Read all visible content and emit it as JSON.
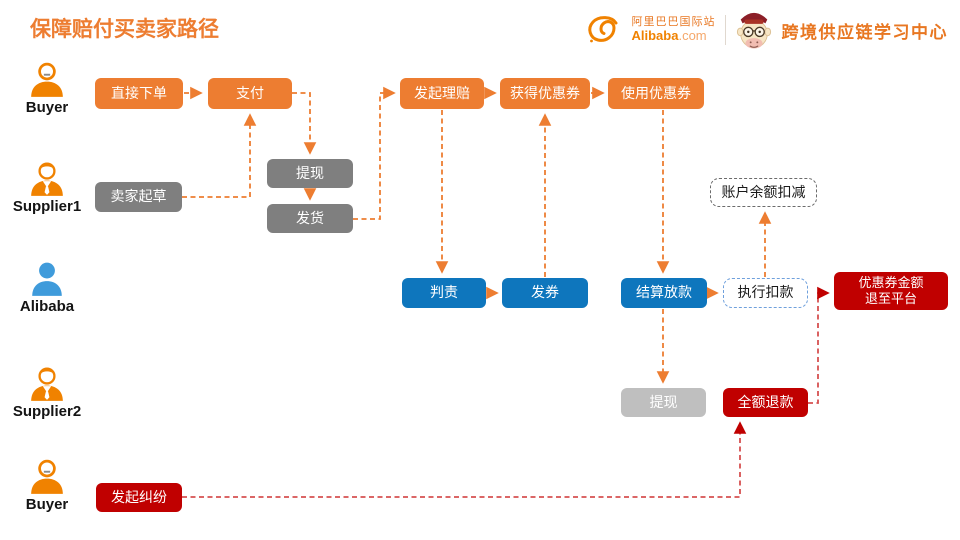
{
  "title": "保障赔付买卖家路径",
  "header": {
    "logo_cn": "阿里巴巴国际站",
    "logo_en_bold": "Alibaba",
    "logo_en_suffix": ".com",
    "center_title": "跨境供应链学习中心"
  },
  "lanes": {
    "buyer_top": "Buyer",
    "supplier1": "Supplier1",
    "alibaba": "Alibaba",
    "supplier2": "Supplier2",
    "buyer_bottom": "Buyer"
  },
  "nodes": {
    "direct_order": {
      "label": "直接下单",
      "type": "orange"
    },
    "pay": {
      "label": "支付",
      "type": "orange"
    },
    "claim": {
      "label": "发起理赔",
      "type": "orange"
    },
    "get_coupon": {
      "label": "获得优惠券",
      "type": "orange"
    },
    "use_coupon": {
      "label": "使用优惠券",
      "type": "orange"
    },
    "seller_draft": {
      "label": "卖家起草",
      "type": "gray"
    },
    "withdraw1": {
      "label": "提现",
      "type": "gray"
    },
    "ship": {
      "label": "发货",
      "type": "gray"
    },
    "judge": {
      "label": "判责",
      "type": "blue"
    },
    "issue_coupon": {
      "label": "发券",
      "type": "blue"
    },
    "settle": {
      "label": "结算放款",
      "type": "blue"
    },
    "execute_deduction": {
      "label": "执行扣款",
      "type": "dashed-blue"
    },
    "balance_deduction": {
      "label": "账户余额扣减",
      "type": "dashed-gray"
    },
    "coupon_refund": {
      "label_line1": "优惠券金额",
      "label_line2": "退至平台",
      "type": "red"
    },
    "withdraw2": {
      "label": "提现",
      "type": "lightgray"
    },
    "full_refund": {
      "label": "全额退款",
      "type": "red"
    },
    "dispute": {
      "label": "发起纠纷",
      "type": "red"
    }
  },
  "edges": [
    {
      "from": "direct_order",
      "to": "pay",
      "color": "orange"
    },
    {
      "from": "seller_draft",
      "to": "pay",
      "color": "orange"
    },
    {
      "from": "pay",
      "to": "withdraw1",
      "color": "orange"
    },
    {
      "from": "withdraw1",
      "to": "ship",
      "color": "orange"
    },
    {
      "from": "ship",
      "to": "claim",
      "color": "orange"
    },
    {
      "from": "claim",
      "to": "get_coupon",
      "color": "orange"
    },
    {
      "from": "get_coupon",
      "to": "use_coupon",
      "color": "orange"
    },
    {
      "from": "claim",
      "to": "judge",
      "color": "orange"
    },
    {
      "from": "issue_coupon",
      "to": "get_coupon",
      "color": "orange"
    },
    {
      "from": "judge",
      "to": "issue_coupon",
      "color": "orange"
    },
    {
      "from": "use_coupon",
      "to": "settle",
      "color": "orange"
    },
    {
      "from": "settle",
      "to": "execute_deduction",
      "color": "orange"
    },
    {
      "from": "execute_deduction",
      "to": "balance_deduction",
      "color": "orange"
    },
    {
      "from": "settle",
      "to": "withdraw2",
      "color": "orange"
    },
    {
      "from": "dispute",
      "to": "full_refund",
      "color": "red"
    },
    {
      "from": "full_refund",
      "to": "coupon_refund",
      "color": "red"
    }
  ],
  "colors": {
    "accent_orange": "#ED7D31",
    "box_gray": "#7F7F7F",
    "box_light_gray": "#BFBFBF",
    "box_blue": "#0E76BD",
    "box_red": "#C00000",
    "dashed_blue_border": "#6FA0DC",
    "dashed_gray_border": "#6B6B6B",
    "red_line": "#D65050",
    "icon_blue": "#3F9BDB",
    "icon_orange": "#F08200"
  }
}
